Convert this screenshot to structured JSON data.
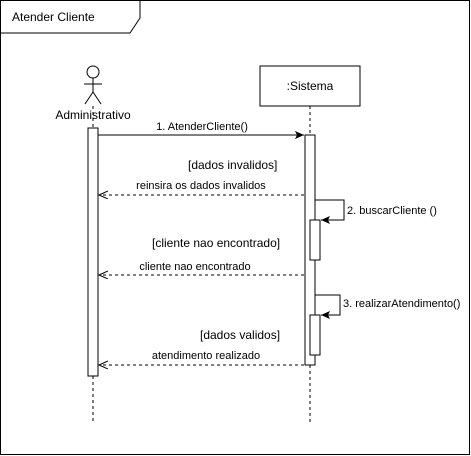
{
  "frame": {
    "title": "Atender Cliente"
  },
  "participants": {
    "actor": {
      "name": "Administrativo",
      "icon": "stick-figure-actor-icon"
    },
    "system": {
      "name": ":Sistema"
    }
  },
  "messages": [
    {
      "id": "m1",
      "text": "1. AtenderCliente()",
      "kind": "sync"
    },
    {
      "id": "m2",
      "text": "reinsira os dados invalidos",
      "kind": "return"
    },
    {
      "id": "m3",
      "text": "2. buscarCliente ()",
      "kind": "self"
    },
    {
      "id": "m4",
      "text": "cliente nao encontrado",
      "kind": "return"
    },
    {
      "id": "m5",
      "text": "3. realizarAtendimento()",
      "kind": "self"
    },
    {
      "id": "m6",
      "text": "atendimento realizado",
      "kind": "return"
    }
  ],
  "guards": [
    {
      "id": "g1",
      "text": "[dados invalidos]"
    },
    {
      "id": "g2",
      "text": "[cliente nao encontrado]"
    },
    {
      "id": "g3",
      "text": "[dados validos]"
    }
  ],
  "colors": {
    "line": "#000000",
    "background": "#ffffff"
  }
}
